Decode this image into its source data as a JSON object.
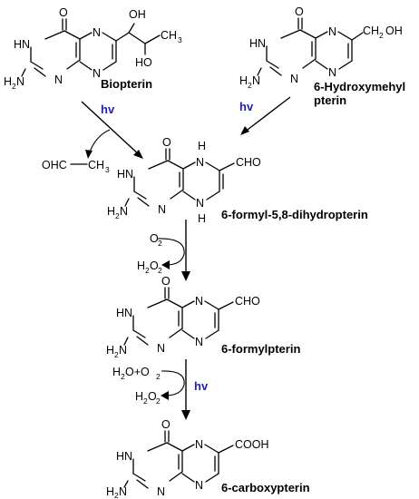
{
  "compounds": {
    "biopterin": "Biopterin",
    "hydroxymethyl_line1": "6-Hydroxymehyl",
    "hydroxymethyl_line2": "pterin",
    "dihydro": "6-formyl-5,8-dihydropterin",
    "formyl": "6-formylpterin",
    "carboxy": "6-carboxypterin"
  },
  "atoms": {
    "O": "O",
    "OH": "OH",
    "HO": "HO",
    "N": "N",
    "H": "H",
    "HN": "HN",
    "H2N_H": "H",
    "H2N_sub": "2",
    "H2N_N": "N",
    "CH_C": "CH",
    "CH_sub": "3",
    "CH2OH_a": "CH",
    "CH2OH_sub": "2",
    "CH2OH_b": "OH",
    "CHO": "CHO",
    "COOH": "COOH"
  },
  "reagents": {
    "hv": "hv",
    "ohc": "OHC",
    "o2_O": "O",
    "o2_sub": "2",
    "h2o2_H": "H",
    "h2o2_2a": "2",
    "h2o2_O": "O",
    "h2o2_2b": "2",
    "h2o_H": "H",
    "h2o_2": "2",
    "h2o_O": "O+O",
    "h2o_o2sub": "2"
  },
  "colors": {
    "hv": "#1f1fb4",
    "ink": "#000000"
  }
}
